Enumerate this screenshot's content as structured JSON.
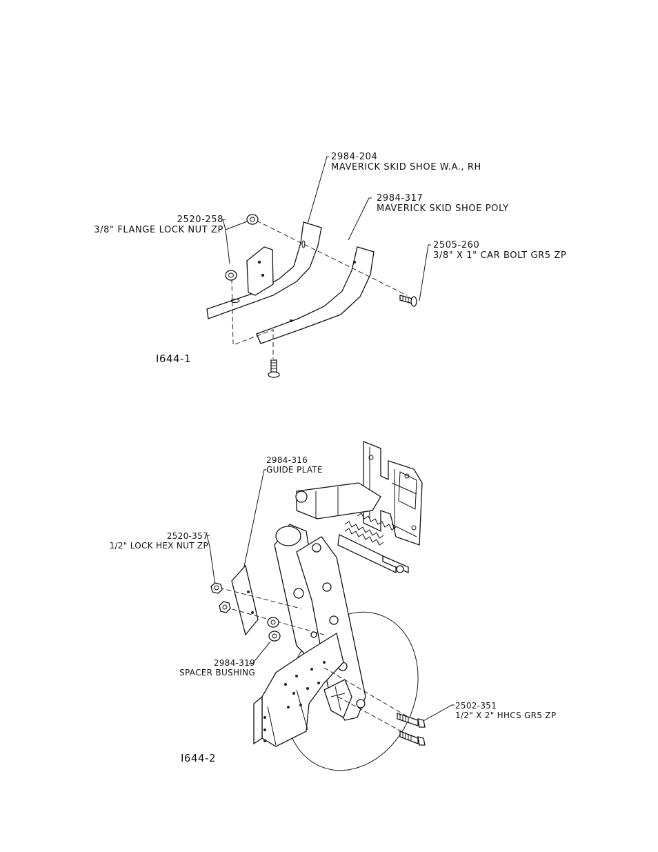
{
  "figure1": {
    "id": "I644-1",
    "callouts": [
      {
        "part": "2984-204",
        "desc": "MAVERICK SKID SHOE W.A., RH"
      },
      {
        "part": "2984-317",
        "desc": "MAVERICK SKID SHOE POLY"
      },
      {
        "part": "2520-258",
        "desc": "3/8\" FLANGE LOCK NUT ZP"
      },
      {
        "part": "2505-260",
        "desc": "3/8\" X 1\" CAR BOLT GR5 ZP"
      }
    ]
  },
  "figure2": {
    "id": "I644-2",
    "callouts": [
      {
        "part": "2984-316",
        "desc": "GUIDE PLATE"
      },
      {
        "part": "2520-357",
        "desc": "1/2\" LOCK HEX NUT ZP"
      },
      {
        "part": "2984-319",
        "desc": "SPACER BUSHING"
      },
      {
        "part": "2502-351",
        "desc": "1/2\" X 2\" HHCS GR5 ZP"
      }
    ]
  }
}
